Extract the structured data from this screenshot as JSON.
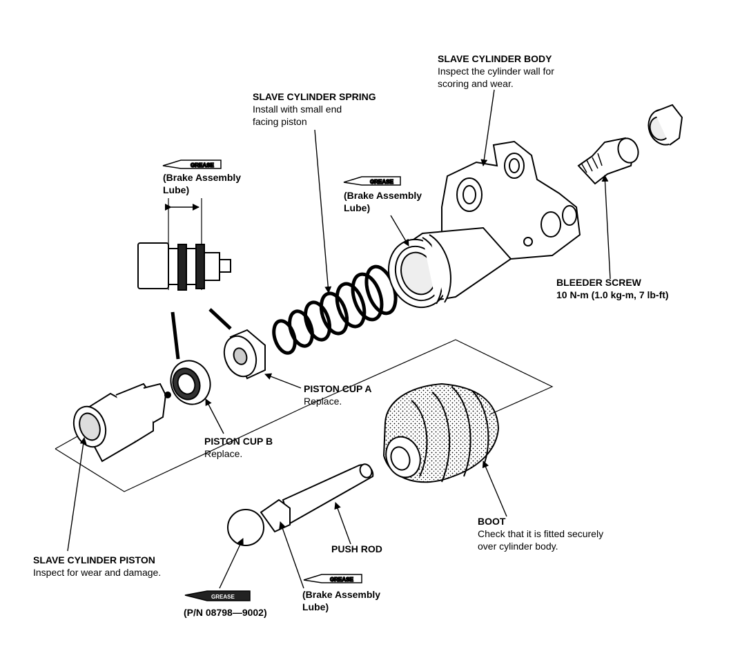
{
  "labels": {
    "slave_cylinder_body": {
      "title": "SLAVE CYLINDER BODY",
      "line1": "Inspect the cylinder wall for",
      "line2": "scoring and wear."
    },
    "slave_cylinder_spring": {
      "title": "SLAVE CYLINDER SPRING",
      "line1": "Install with small end",
      "line2": "facing piston"
    },
    "lube_top_left": {
      "line1": "(Brake Assembly",
      "line2": "Lube)"
    },
    "lube_top_mid": {
      "line1": "(Brake Assembly",
      "line2": "Lube)"
    },
    "lube_bottom": {
      "line1": "(Brake Assembly",
      "line2": "Lube)"
    },
    "bleeder_screw": {
      "title": "BLEEDER SCREW",
      "spec": "10 N-m (1.0 kg-m, 7 lb-ft)"
    },
    "piston_cup_a": {
      "title": "PISTON CUP A",
      "desc": "Replace."
    },
    "piston_cup_b": {
      "title": "PISTON CUP B",
      "desc": "Replace."
    },
    "boot": {
      "title": "BOOT",
      "line1": "Check that it is fitted securely",
      "line2": "over cylinder body."
    },
    "push_rod": {
      "title": "PUSH ROD"
    },
    "slave_cylinder_piston": {
      "title": "SLAVE CYLINDER PISTON",
      "desc": "Inspect for wear and damage."
    },
    "part_number": {
      "text": "(P/N 08798—9002)"
    }
  },
  "grease_tag": "GREASE"
}
